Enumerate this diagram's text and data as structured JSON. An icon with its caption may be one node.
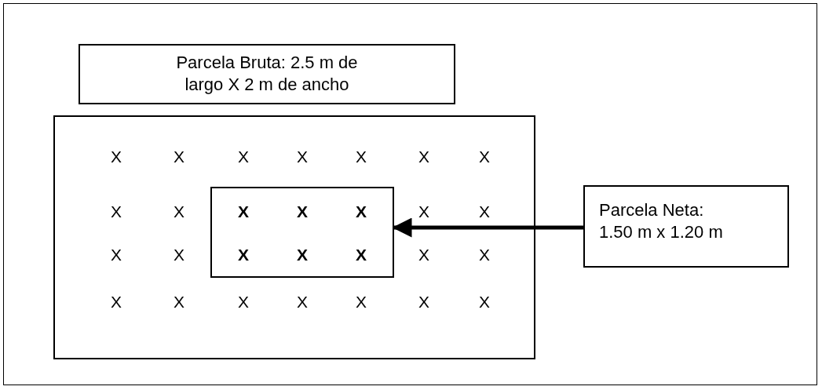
{
  "diagram": {
    "nodes": [
      {
        "text": [
          "Parcela Bruta: 2.5 m de largo X 2 m de ancho"
        ]
      },
      {
        "text": [],
        "shape": "box"
      },
      {
        "text": [],
        "shape": "box",
        "in": 1
      },
      {
        "text": [
          "Parcela Neta: 1.50 m x 1.20 m"
        ]
      }
    ],
    "edges": [
      {
        "from": 3,
        "to": 2,
        "arrow": "to"
      }
    ],
    "labels": [
      "X",
      "X",
      "X",
      "X",
      "X",
      "X",
      "X",
      "X",
      "X",
      "X",
      "X",
      "X",
      "X",
      "X",
      "X",
      "X",
      "X",
      "X",
      "X",
      "X",
      "X",
      "X",
      "X",
      "X",
      "X",
      "X",
      "X",
      "X"
    ]
  }
}
